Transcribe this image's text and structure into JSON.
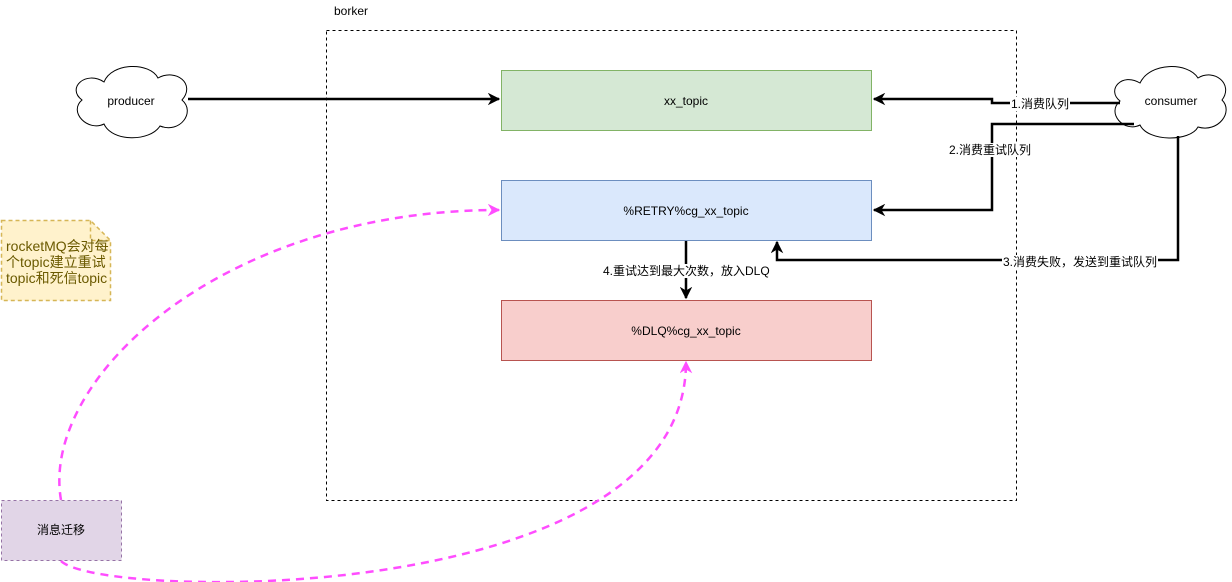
{
  "broker": {
    "label": "borker"
  },
  "nodes": {
    "producer": "producer",
    "consumer": "consumer",
    "topic": "xx_topic",
    "retry_topic": "%RETRY%cg_xx_topic",
    "dlq_topic": "%DLQ%cg_xx_topic",
    "migration": "消息迁移"
  },
  "note": "rocketMQ会对每个topic建立重试topic和死信topic",
  "edges": {
    "consume_queue": "1.消费队列",
    "consume_retry_queue": "2.消费重试队列",
    "consume_fail_send_retry": "3.消费失败，发送到重试队列",
    "retry_max_to_dlq": "4.重试达到最大次数，放入DLQ"
  },
  "colors": {
    "topic_fill": "#d5e8d4",
    "topic_stroke": "#82b366",
    "retry_fill": "#dae8fc",
    "retry_stroke": "#6c8ebf",
    "dlq_fill": "#f8cecc",
    "dlq_stroke": "#b85450",
    "migration_fill": "#e1d5e7",
    "migration_stroke": "#9673a6",
    "note_fill": "#fff2cc",
    "note_stroke": "#d6b656",
    "dashed_arrow": "#ff4dff"
  }
}
